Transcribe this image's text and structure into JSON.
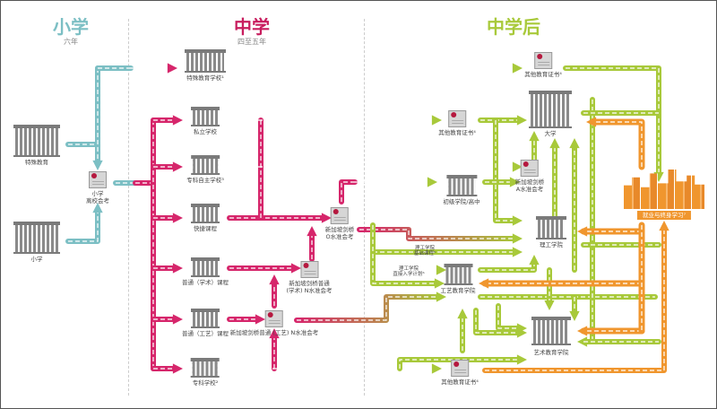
{
  "headers": {
    "primary": {
      "title": "小学",
      "subtitle": "六年"
    },
    "secondary": {
      "title": "中学",
      "subtitle": "四至五年"
    },
    "post_secondary": {
      "title": "中学后"
    }
  },
  "nodes": {
    "special_ed": "特殊教育",
    "primary_school": "小学",
    "psle": [
      "小学",
      "离校会考"
    ],
    "special_ed_school": "特殊教育学校¹",
    "private_school": "私立学校",
    "specialised_independent": "专科自主学校³",
    "express": "快捷课程",
    "normal_academic": "普通（学术）课程",
    "normal_technical": "普通（工艺）课程",
    "specialised_school": "专科学校²",
    "o_level": [
      "新加坡剑桥",
      "O水准会考"
    ],
    "na_level": [
      "新加坡剑桥普通",
      "(学术) N水准会考"
    ],
    "nt_level": "新加坡剑桥普通 (工艺) N水准会考",
    "other_cert_top": "其他教育证书⁴",
    "other_cert_mid": "其他教育证书⁴",
    "other_cert_bottom": "其他教育证书⁴",
    "university": "大学",
    "a_level": [
      "新加坡剑桥",
      "A水准会考"
    ],
    "junior_college": "初级学院/高中",
    "polytechnic": "理工学院",
    "poly_foundation": [
      "理工学院",
      "基础课程⁵"
    ],
    "poly_direct": [
      "理工学院",
      "直接入学计划⁶"
    ],
    "ite": "工艺教育学院",
    "arts": "艺术教育学院",
    "employment": "就业与终身学习⁷"
  },
  "colors": {
    "primary": "#7cbfc4",
    "secondary": "#d6266b",
    "post_secondary": "#a8c93a",
    "work": "#f0962e"
  }
}
